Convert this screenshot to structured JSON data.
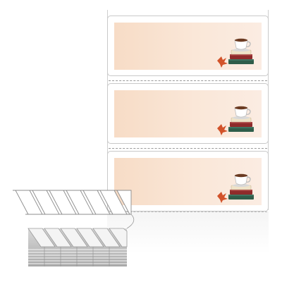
{
  "product": {
    "illustration": "fanfold-label-pack",
    "label_count_shown": 3,
    "label_motif": "coffee-cup-on-books",
    "colors": {
      "label_background": "#f9e3d1",
      "liner": "#ffffff",
      "border": "#c9c9c9",
      "perforation": "#9a9a9a",
      "leaf": "#d2532a",
      "book_red": "#8e2b2b",
      "book_green": "#2f5d4a",
      "book_cream": "#efe3c8"
    }
  }
}
